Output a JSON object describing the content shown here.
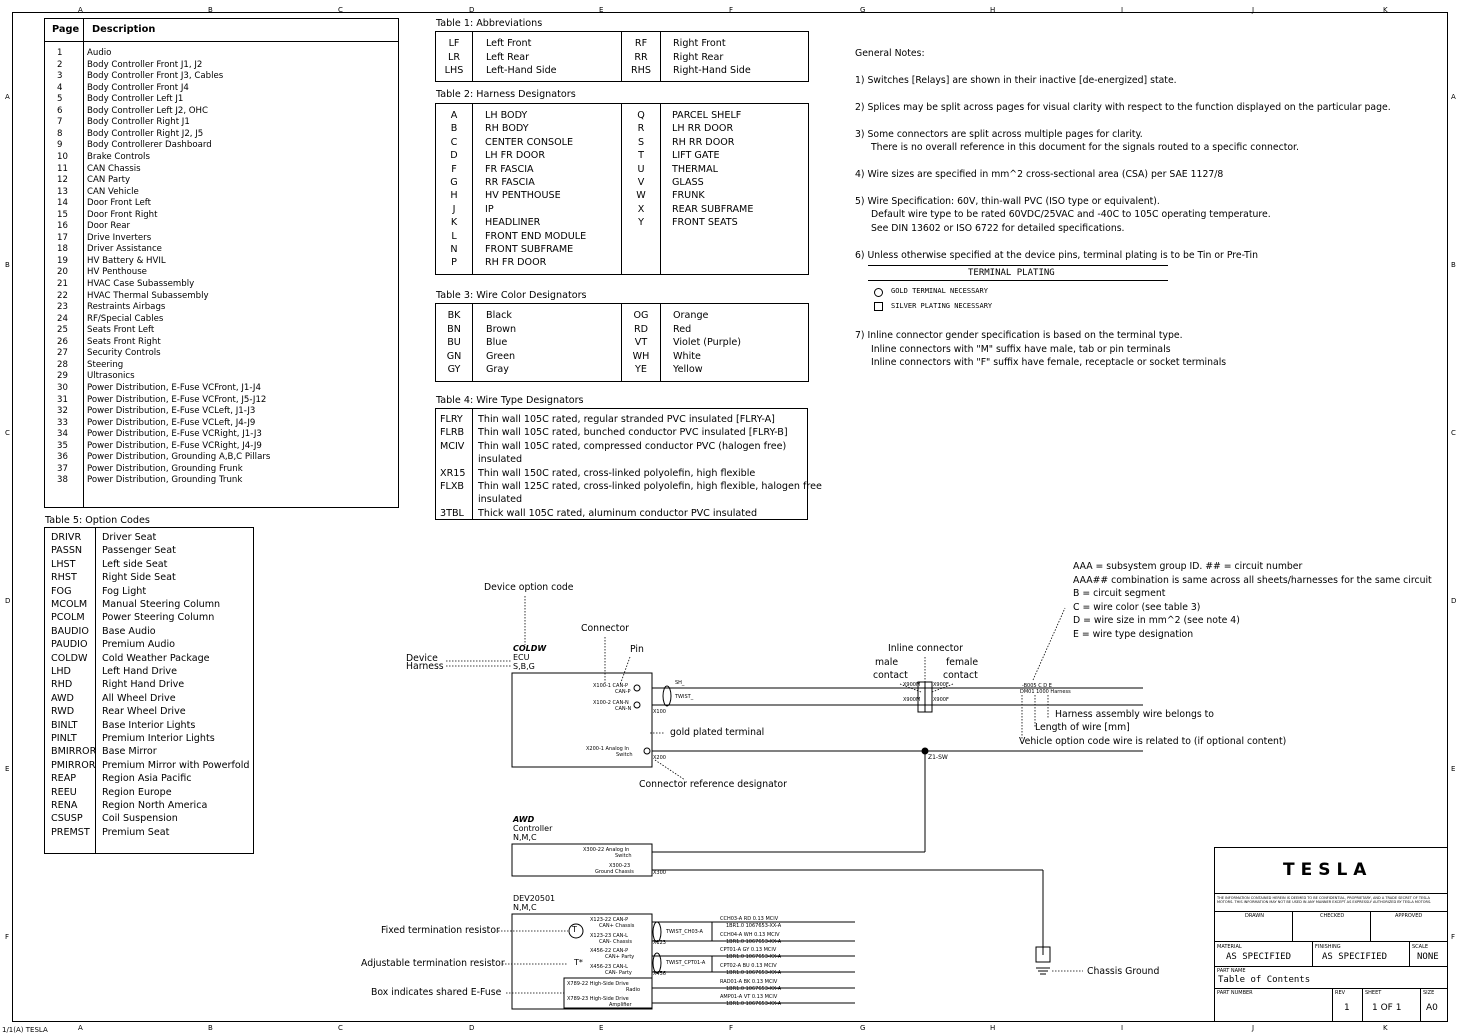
{
  "border": {
    "columns": [
      "A",
      "B",
      "C",
      "D",
      "E",
      "F",
      "G",
      "H",
      "I",
      "J",
      "K"
    ],
    "rows": [
      "A",
      "B",
      "C",
      "D",
      "E",
      "F"
    ],
    "footer_left": "1/1(A) TESLA"
  },
  "toc": {
    "headers": {
      "page": "Page",
      "description": "Description"
    },
    "rows": [
      [
        "1",
        "Audio"
      ],
      [
        "2",
        "Body Controller Front J1, J2"
      ],
      [
        "3",
        "Body Controller Front J3, Cables"
      ],
      [
        "4",
        "Body Controller Front J4"
      ],
      [
        "5",
        "Body Controller Left J1"
      ],
      [
        "6",
        "Body Controller Left J2, OHC"
      ],
      [
        "7",
        "Body Controller Right J1"
      ],
      [
        "8",
        "Body Controller Right J2, J5"
      ],
      [
        "9",
        "Body Controllerer Dashboard"
      ],
      [
        "10",
        "Brake Controls"
      ],
      [
        "11",
        "CAN Chassis"
      ],
      [
        "12",
        "CAN Party"
      ],
      [
        "13",
        "CAN Vehicle"
      ],
      [
        "14",
        "Door Front Left"
      ],
      [
        "15",
        "Door Front Right"
      ],
      [
        "16",
        "Door Rear"
      ],
      [
        "17",
        "Drive Inverters"
      ],
      [
        "18",
        "Driver Assistance"
      ],
      [
        "19",
        "HV Battery & HVIL"
      ],
      [
        "20",
        "HV Penthouse"
      ],
      [
        "21",
        "HVAC Case Subassembly"
      ],
      [
        "22",
        "HVAC Thermal Subassembly"
      ],
      [
        "23",
        "Restraints Airbags"
      ],
      [
        "24",
        "RF/Special Cables"
      ],
      [
        "25",
        "Seats Front Left"
      ],
      [
        "26",
        "Seats Front Right"
      ],
      [
        "27",
        "Security Controls"
      ],
      [
        "28",
        "Steering"
      ],
      [
        "29",
        "Ultrasonics"
      ],
      [
        "30",
        "Power Distribution, E-Fuse VCFront, J1-J4"
      ],
      [
        "31",
        "Power Distribution, E-Fuse VCFront, J5-J12"
      ],
      [
        "32",
        "Power Distribution, E-Fuse VCLeft, J1-J3"
      ],
      [
        "33",
        "Power Distribution, E-Fuse VCLeft, J4-J9"
      ],
      [
        "34",
        "Power Distribution, E-Fuse VCRight, J1-J3"
      ],
      [
        "35",
        "Power Distribution, E-Fuse VCRight, J4-J9"
      ],
      [
        "36",
        "Power Distribution, Grounding A,B,C Pillars"
      ],
      [
        "37",
        "Power Distribution, Grounding Frunk"
      ],
      [
        "38",
        "Power Distribution, Grounding Trunk"
      ]
    ]
  },
  "table1": {
    "title": "Table 1: Abbreviations",
    "left": [
      [
        "LF",
        "Left Front"
      ],
      [
        "LR",
        "Left Rear"
      ],
      [
        "LHS",
        "Left-Hand Side"
      ]
    ],
    "right": [
      [
        "RF",
        "Right Front"
      ],
      [
        "RR",
        "Right Rear"
      ],
      [
        "RHS",
        "Right-Hand Side"
      ]
    ]
  },
  "table2": {
    "title": "Table 2: Harness Designators",
    "left": [
      [
        "A",
        "LH BODY"
      ],
      [
        "B",
        "RH BODY"
      ],
      [
        "C",
        "CENTER CONSOLE"
      ],
      [
        "D",
        "LH FR DOOR"
      ],
      [
        "F",
        "FR FASCIA"
      ],
      [
        "G",
        "RR FASCIA"
      ],
      [
        "H",
        "HV PENTHOUSE"
      ],
      [
        "J",
        "IP"
      ],
      [
        "K",
        "HEADLINER"
      ],
      [
        "L",
        "FRONT END MODULE"
      ],
      [
        "N",
        "FRONT SUBFRAME"
      ],
      [
        "P",
        "RH FR DOOR"
      ]
    ],
    "right": [
      [
        "Q",
        "PARCEL SHELF"
      ],
      [
        "R",
        "LH RR DOOR"
      ],
      [
        "S",
        "RH RR DOOR"
      ],
      [
        "T",
        "LIFT GATE"
      ],
      [
        "U",
        "THERMAL"
      ],
      [
        "V",
        "GLASS"
      ],
      [
        "W",
        "FRUNK"
      ],
      [
        "X",
        "REAR SUBFRAME"
      ],
      [
        "Y",
        "FRONT SEATS"
      ]
    ]
  },
  "table3": {
    "title": "Table 3: Wire Color Designators",
    "left": [
      [
        "BK",
        "Black"
      ],
      [
        "BN",
        "Brown"
      ],
      [
        "BU",
        "Blue"
      ],
      [
        "GN",
        "Green"
      ],
      [
        "GY",
        "Gray"
      ]
    ],
    "right": [
      [
        "OG",
        "Orange"
      ],
      [
        "RD",
        "Red"
      ],
      [
        "VT",
        "Violet (Purple)"
      ],
      [
        "WH",
        "White"
      ],
      [
        "YE",
        "Yellow"
      ]
    ]
  },
  "table4": {
    "title": "Table 4: Wire Type Designators",
    "rows": [
      [
        "FLRY",
        "Thin wall 105C rated, regular stranded PVC insulated [FLRY-A]",
        ""
      ],
      [
        "FLRB",
        "Thin wall 105C rated, bunched conductor PVC insulated [FLRY-B]",
        ""
      ],
      [
        "MCIV",
        "Thin wall 105C rated, compressed conductor PVC (halogen free)",
        "insulated"
      ],
      [
        "XR15",
        "Thin wall 150C rated, cross-linked polyolefin, high flexible",
        ""
      ],
      [
        "FLXB",
        "Thin wall 125C rated, cross-linked polyolefin, high flexible, halogen free",
        "insulated"
      ],
      [
        "3TBL",
        "Thick wall 105C rated, aluminum conductor PVC insulated",
        ""
      ]
    ]
  },
  "table5": {
    "title": "Table 5: Option Codes",
    "rows": [
      [
        "DRIVR",
        "Driver Seat"
      ],
      [
        "PASSN",
        "Passenger Seat"
      ],
      [
        "LHST",
        "Left side Seat"
      ],
      [
        "RHST",
        "Right Side Seat"
      ],
      [
        "FOG",
        "Fog Light"
      ],
      [
        "MCOLM",
        "Manual Steering Column"
      ],
      [
        "PCOLM",
        "Power Steering Column"
      ],
      [
        "BAUDIO",
        "Base Audio"
      ],
      [
        "PAUDIO",
        "Premium Audio"
      ],
      [
        "COLDW",
        "Cold Weather Package"
      ],
      [
        "LHD",
        "Left Hand Drive"
      ],
      [
        "RHD",
        "Right Hand Drive"
      ],
      [
        "AWD",
        "All Wheel Drive"
      ],
      [
        "RWD",
        "Rear Wheel Drive"
      ],
      [
        "BINLT",
        "Base Interior Lights"
      ],
      [
        "PINLT",
        "Premium Interior Lights"
      ],
      [
        "BMIRROR",
        "Base Mirror"
      ],
      [
        "PMIRROR",
        "Premium Mirror with Powerfold"
      ],
      [
        "REAP",
        "Region Asia Pacific"
      ],
      [
        "REEU",
        "Region Europe"
      ],
      [
        "RENA",
        "Region North America"
      ],
      [
        "CSUSP",
        "Coil Suspension"
      ],
      [
        "PREMST",
        "Premium Seat"
      ]
    ]
  },
  "notes": {
    "title": "General Notes:",
    "lines": [
      "1) Switches [Relays] are shown in their inactive [de-energized] state.",
      "2) Splices may be split across pages for visual clarity with respect to the function displayed on the particular page.",
      "3) Some connectors are split across multiple pages for clarity.",
      "There is no overall reference in this document for the signals routed to a specific connector.",
      "4) Wire sizes are specified in mm^2 cross-sectional area (CSA) per SAE 1127/8",
      "5) Wire Specification: 60V, thin-wall PVC (ISO type or equivalent).",
      "Default wire type to be rated 60VDC/25VAC and -40C to 105C operating temperature.",
      "See DIN 13602 or ISO 6722 for detailed specifications.",
      "6) Unless otherwise specified at the device pins, terminal plating is to be Tin or Pre-Tin",
      "7) Inline connector gender specification is based on the terminal type.",
      "Inline connectors with \"M\" suffix have male, tab or pin terminals",
      "Inline connectors with \"F\" suffix have female, receptacle or socket terminals"
    ],
    "plating_title": "TERMINAL PLATING",
    "plating_gold": "GOLD TERMINAL NECESSARY",
    "plating_silver": "SILVER PLATING NECESSARY"
  },
  "legend": {
    "lines": [
      "AAA = subsystem group ID. ## = circuit number",
      "AAA## combination is same across all sheets/harnesses for the same circuit",
      "B = circuit segment",
      "C = wire color (see table 3)",
      "D = wire size in mm^2 (see note 4)",
      "E = wire type designation"
    ]
  },
  "diagram": {
    "device_option_code": "Device option code",
    "connector": "Connector",
    "pin": "Pin",
    "device": "Device",
    "harness": "Harness",
    "coldw": "COLDW",
    "ecu": "ECU",
    "sbg": "S,B,G",
    "x100_1": "X100-1 CAN-P",
    "x100_1b": "CAN-P",
    "x100_2": "X100-2 CAN-N",
    "x100_2b": "CAN-N",
    "x200_1": "X200-1 Analog In",
    "x200_1b": "Switch",
    "sh": "SH_",
    "twist": "TWIST_",
    "x100": "X100",
    "x200": "X200",
    "gold_plated": "gold plated terminal",
    "conn_ref": "Connector reference designator",
    "inline_connector": "Inline connector",
    "male_contact_1": "male",
    "male_contact_2": "contact",
    "female_contact_1": "female",
    "female_contact_2": "contact",
    "x900m": "X900M",
    "x900f": "X900F",
    "z1_sw": "Z1-SW",
    "wire_label": "-B005 C D E",
    "wire_label2": "DM01 1000 Harness",
    "harness_assembly": "Harness assembly wire belongs to",
    "length_of_wire": "Length of wire [mm]",
    "vehicle_option": "Vehicle option code wire is related to (if optional content)",
    "awd": "AWD",
    "controller": "Controller",
    "nmc": "N,M,C",
    "x300_22": "X300-22 Analog In",
    "x300_22b": "Switch",
    "x300_23": "X300-23",
    "x300_23b": "Ground Chassis",
    "x300": "X300",
    "dev": "DEV20501",
    "dev_nmc": "N,M,C",
    "x123_22": "X123-22 CAN-P",
    "x123_22b": "CAN+ Chassis",
    "x123_23": "X123-23 CAN-L",
    "x123_23b": "CAN- Chassis",
    "x456_22": "X456-22 CAN-P",
    "x456_22b": "CAN+ Party",
    "x456_23": "X456-23 CAN-L",
    "x456_23b": "CAN- Party",
    "x789_22": "X789-22 High-Side Drive",
    "x789_22b": "Radio",
    "x789_23": "X789-23 High-Side Drive",
    "x789_23b": "Amplifier",
    "x123": "X123",
    "x456": "X456",
    "twist_ch03": "TWIST_CH03-A",
    "twist_cpt01": "TWIST_CPT01-A",
    "w1": "CCH03-A   RD   0.13   MCIV",
    "w1b": "1BR1.0   1067653-XX-A",
    "w2": "CCH04-A   WH   0.13   MCIV",
    "w2b": "1BR1.0   1067653-XX-A",
    "w3": "CPT01-A   GY   0.13   MCIV",
    "w3b": "1BR1.0   1067653-XX-A",
    "w4": "CPT02-A   BU   0.13   MCIV",
    "w4b": "1BR1.0   1067653-XX-A",
    "w5": "RAD01-A   BK   0.13   MCIV",
    "w5b": "1BR1.0   1067653-XX-A",
    "w6": "AMP01-A   VT   0.13   MCIV",
    "w6b": "1BR1.0   1067653-XX-A",
    "fixed_term": "Fixed termination resistor",
    "adj_term": "Adjustable termination resistor",
    "box_efuse": "Box indicates shared E-Fuse",
    "t_symbol": "T",
    "t_star": "T*",
    "chassis_ground": "Chassis Ground"
  },
  "titleblock": {
    "logo": "TESLA",
    "fine_print": "THE INFORMATION CONTAINED HEREIN IS DEEMED TO BE CONFIDENTIAL, PROPRIETARY, AND A TRADE SECRET OF TESLA MOTORS. THIS INFORMATION MAY NOT BE USED IN ANY MANNER EXCEPT AS EXPRESSLY AUTHORIZED BY TESLA MOTORS.",
    "drawn": "DRAWN",
    "checked": "CHECKED",
    "approved": "APPROVED",
    "material_lbl": "MATERIAL",
    "material": "AS SPECIFIED",
    "finishing_lbl": "FINISHING",
    "finishing": "AS SPECIFIED",
    "scale_lbl": "SCALE",
    "scale": "NONE",
    "partname_lbl": "PART NAME",
    "partname": "Table of Contents",
    "partnum_lbl": "PART NUMBER",
    "rev_lbl": "REV",
    "rev": "1",
    "sheet_lbl": "SHEET",
    "sheet": "1 OF 1",
    "size_lbl": "SIZE",
    "size": "A0"
  }
}
